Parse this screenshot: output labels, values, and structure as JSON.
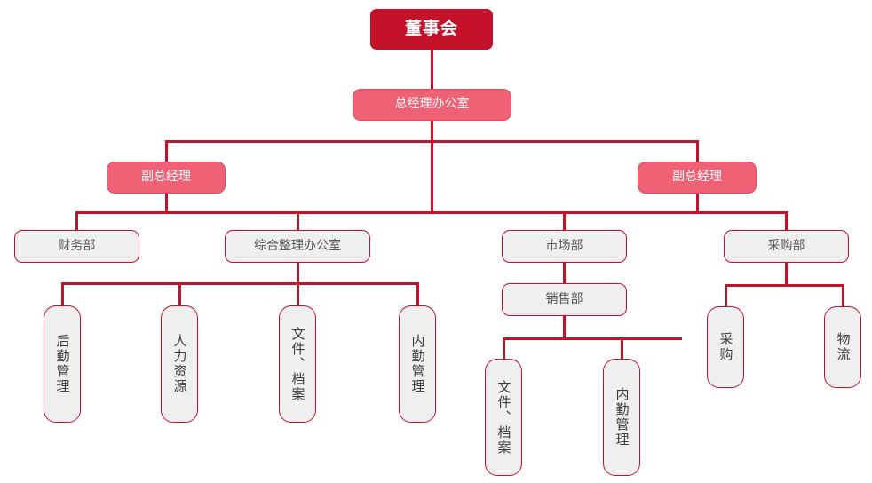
{
  "chart_data": {
    "type": "diagram",
    "diagram_type": "organization-chart",
    "title": "",
    "orientation": "top-down",
    "colors": {
      "root_fill": "#C4122B",
      "level2_fill": "#EF6276",
      "leaf_fill": "#EFEFEF",
      "line": "#C4122B",
      "root_text": "#FFFFFF",
      "level2_text": "#FFFFFF",
      "leaf_text": "#555555",
      "background": "#FFFFFF"
    },
    "nodes": [
      {
        "id": "n0",
        "label": "董事会",
        "level": 1,
        "style": "root"
      },
      {
        "id": "n1",
        "label": "总经理办公室",
        "level": 2,
        "style": "pink"
      },
      {
        "id": "n2",
        "label": "副总经理",
        "level": 3,
        "style": "pink"
      },
      {
        "id": "n3",
        "label": "副总经理",
        "level": 3,
        "style": "pink"
      },
      {
        "id": "n4",
        "label": "财务部",
        "level": 4,
        "style": "grey"
      },
      {
        "id": "n5",
        "label": "综合整理办公室",
        "level": 4,
        "style": "grey"
      },
      {
        "id": "n6",
        "label": "市场部",
        "level": 4,
        "style": "grey"
      },
      {
        "id": "n7",
        "label": "采购部",
        "level": 4,
        "style": "grey"
      },
      {
        "id": "n8",
        "label": "销售部",
        "level": 5,
        "style": "grey"
      },
      {
        "id": "n9",
        "label": "后勤管理",
        "level": 5,
        "style": "vertical"
      },
      {
        "id": "n10",
        "label": "人力资源",
        "level": 5,
        "style": "vertical"
      },
      {
        "id": "n11",
        "label": "文件、档案",
        "level": 5,
        "style": "vertical"
      },
      {
        "id": "n12",
        "label": "内勤管理",
        "level": 5,
        "style": "vertical"
      },
      {
        "id": "n13",
        "label": "文件、档案",
        "level": 6,
        "style": "vertical"
      },
      {
        "id": "n14",
        "label": "内勤管理",
        "level": 6,
        "style": "vertical"
      },
      {
        "id": "n15",
        "label": "采购",
        "level": 5,
        "style": "vertical"
      },
      {
        "id": "n16",
        "label": "物流",
        "level": 5,
        "style": "vertical"
      }
    ],
    "edges": [
      {
        "from": "n0",
        "to": "n1"
      },
      {
        "from": "n1",
        "to": "n2"
      },
      {
        "from": "n1",
        "to": "n3"
      },
      {
        "from": "n1",
        "to": "n6"
      },
      {
        "from": "n2",
        "to": "n4"
      },
      {
        "from": "n2",
        "to": "n5"
      },
      {
        "from": "n3",
        "to": "n7"
      },
      {
        "from": "n5",
        "to": "n9"
      },
      {
        "from": "n5",
        "to": "n10"
      },
      {
        "from": "n5",
        "to": "n11"
      },
      {
        "from": "n5",
        "to": "n12"
      },
      {
        "from": "n6",
        "to": "n8"
      },
      {
        "from": "n8",
        "to": "n13"
      },
      {
        "from": "n8",
        "to": "n14"
      },
      {
        "from": "n7",
        "to": "n15"
      },
      {
        "from": "n7",
        "to": "n16"
      }
    ]
  },
  "nodes": {
    "board": "董事会",
    "gm_office": "总经理办公室",
    "deputy_gm_left": "副总经理",
    "deputy_gm_right": "副总经理",
    "finance_dept": "财务部",
    "general_affairs_office": "综合整理办公室",
    "marketing_dept": "市场部",
    "procurement_dept": "采购部",
    "sales_dept": "销售部",
    "logistics_mgmt": "后勤管理",
    "human_resources": "人力资源",
    "docs_archives_1": "文件、档案",
    "internal_mgmt_1": "内勤管理",
    "docs_archives_2": "文件、档案",
    "internal_mgmt_2": "内勤管理",
    "procurement": "采购",
    "logistics": "物流"
  }
}
